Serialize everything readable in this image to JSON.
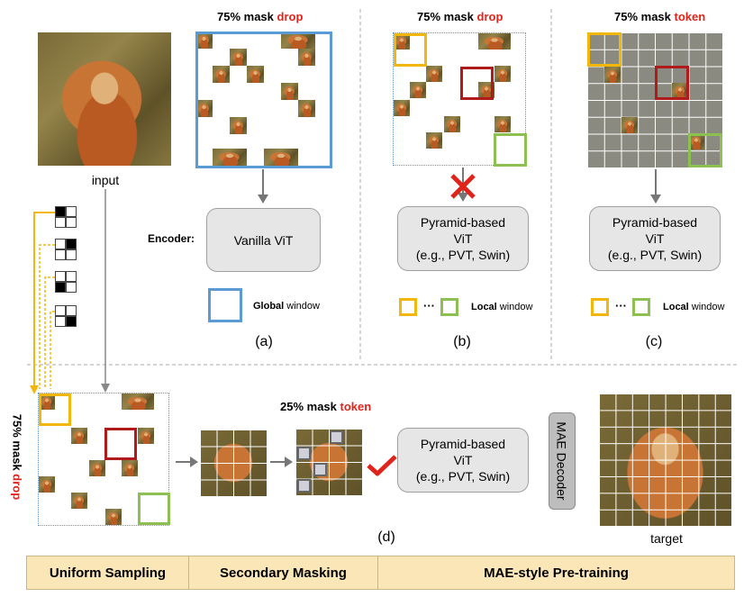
{
  "input_label": "input",
  "target_label": "target",
  "panel_a": {
    "title_prefix": "75% mask ",
    "title_highlight": "drop",
    "encoder_label": "Encoder:",
    "encoder": "Vanilla ViT",
    "legend_bold": "Global",
    "legend_rest": " window",
    "caption": "(a)"
  },
  "panel_b": {
    "title_prefix": "75% mask ",
    "title_highlight": "drop",
    "encoder_line1": "Pyramid-based",
    "encoder_line2": "ViT",
    "encoder_line3": "(e.g., PVT, Swin)",
    "legend_dots": "···",
    "legend_bold": "Local",
    "legend_rest": " window",
    "caption": "(b)"
  },
  "panel_c": {
    "title_prefix": "75% mask ",
    "title_highlight": "token",
    "encoder_line1": "Pyramid-based",
    "encoder_line2": "ViT",
    "encoder_line3": "(e.g., PVT, Swin)",
    "legend_dots": "···",
    "legend_bold": "Local",
    "legend_rest": " window",
    "caption": "(c)"
  },
  "panel_d": {
    "side_prefix": "75% mask ",
    "side_highlight": "drop",
    "mid_title_prefix": "25% mask ",
    "mid_title_highlight": "token",
    "encoder_line1": "Pyramid-based",
    "encoder_line2": "ViT",
    "encoder_line3": "(e.g., PVT, Swin)",
    "decoder": "MAE Decoder",
    "caption": "(d)"
  },
  "footer": [
    "Uniform Sampling",
    "Secondary Masking",
    "MAE-style Pre-training"
  ],
  "colors": {
    "red": "#e0241b",
    "blue": "#5a9bd5",
    "yellow": "#f2b70d",
    "green": "#8cc152",
    "dark_red": "#b01a1a",
    "footer_bg": "#fbe6b8",
    "box_gray": "#e6e6e6"
  }
}
